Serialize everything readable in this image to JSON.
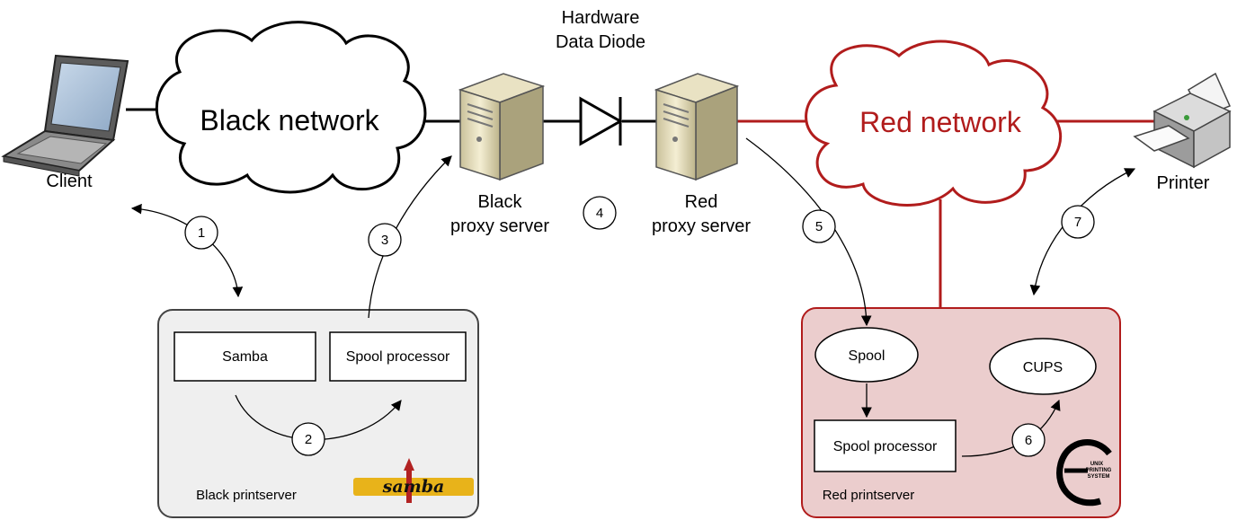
{
  "nodes": {
    "client": "Client",
    "black_network": "Black network",
    "black_proxy_line1": "Black",
    "black_proxy_line2": "proxy server",
    "diode_line1": "Hardware",
    "diode_line2": "Data Diode",
    "red_proxy_line1": "Red",
    "red_proxy_line2": "proxy server",
    "red_network": "Red network",
    "printer": "Printer"
  },
  "black_printserver": {
    "label": "Black printserver",
    "samba_box": "Samba",
    "spool_processor_box": "Spool processor",
    "samba_logo_text": "samba"
  },
  "red_printserver": {
    "label": "Red printserver",
    "spool": "Spool",
    "cups": "CUPS",
    "spool_processor_box": "Spool processor",
    "cups_logo_text": [
      "UNIX",
      "PRINTING",
      "SYSTEM"
    ]
  },
  "steps": [
    "1",
    "2",
    "3",
    "4",
    "5",
    "6",
    "7"
  ],
  "colors": {
    "black_line": "#000000",
    "red_line": "#b11c1c",
    "red_text": "#b11c1c",
    "black_box_fill": "#efefef",
    "red_box_fill": "#ebcdcd",
    "red_box_border": "#b11c1c"
  }
}
